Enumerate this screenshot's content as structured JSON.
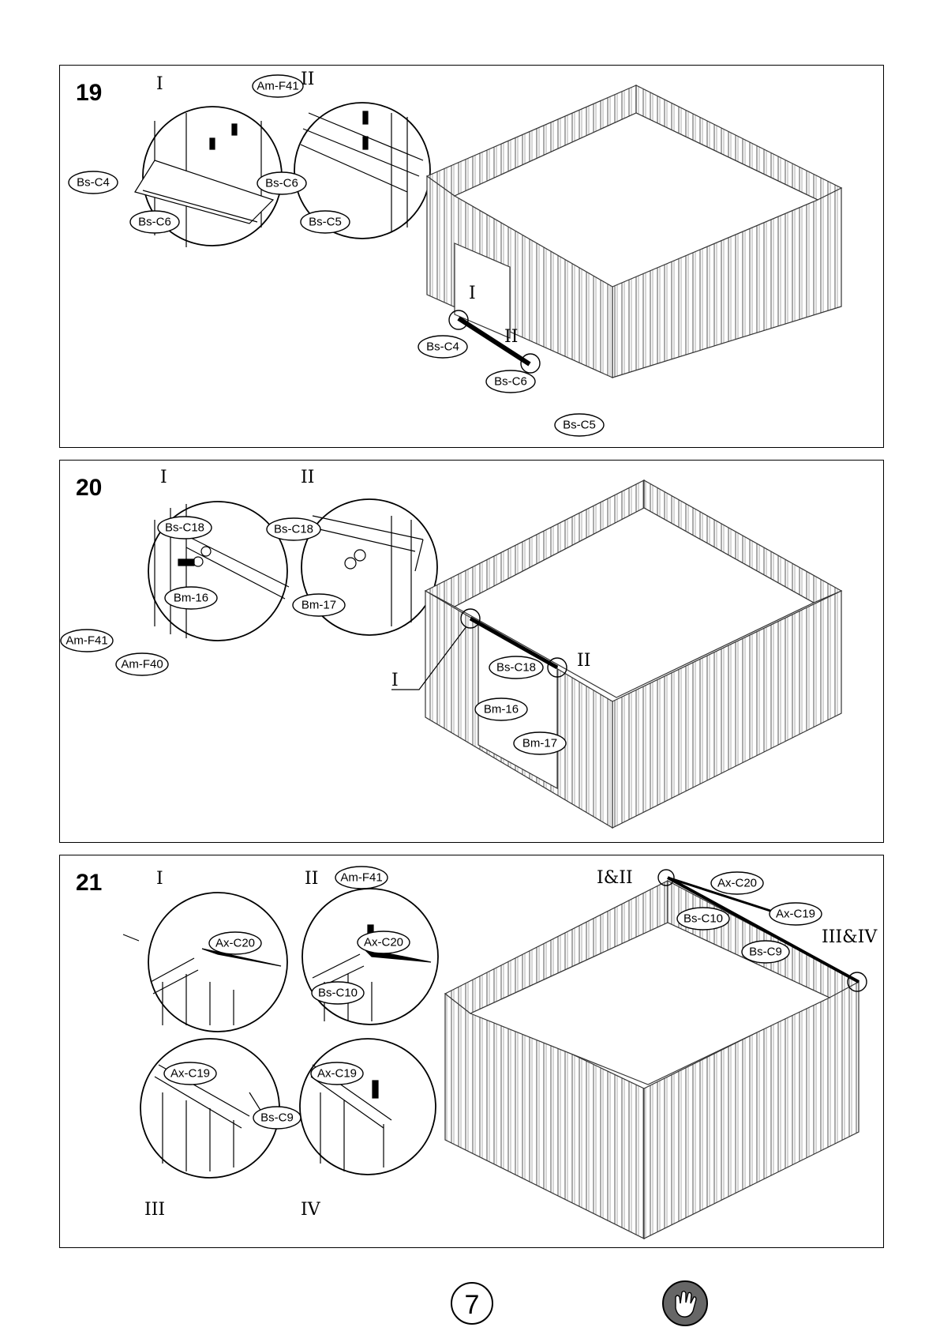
{
  "steps": [
    {
      "number": "19",
      "details": [
        "I",
        "II"
      ],
      "main_markers": [
        "I",
        "II"
      ],
      "labels": {
        "am_f41": "Am-F41",
        "bs_c4": "Bs-C4",
        "bs_c6": "Bs-C6",
        "bs_c5": "Bs-C5"
      }
    },
    {
      "number": "20",
      "details": [
        "I",
        "II"
      ],
      "main_markers": [
        "I",
        "II"
      ],
      "labels": {
        "bs_c18": "Bs-C18",
        "bm_16": "Bm-16",
        "bm_17": "Bm-17",
        "am_f41": "Am-F41",
        "am_f40": "Am-F40"
      }
    },
    {
      "number": "21",
      "details": [
        "I",
        "II",
        "III",
        "IV"
      ],
      "main_markers": [
        "I&II",
        "III&IV"
      ],
      "labels": {
        "am_f41": "Am-F41",
        "ax_c20": "Ax-C20",
        "ax_c19": "Ax-C19",
        "bs_c10": "Bs-C10",
        "bs_c9": "Bs-C9"
      }
    }
  ],
  "footer": {
    "page_number": "7",
    "icon": "glove-icon"
  }
}
